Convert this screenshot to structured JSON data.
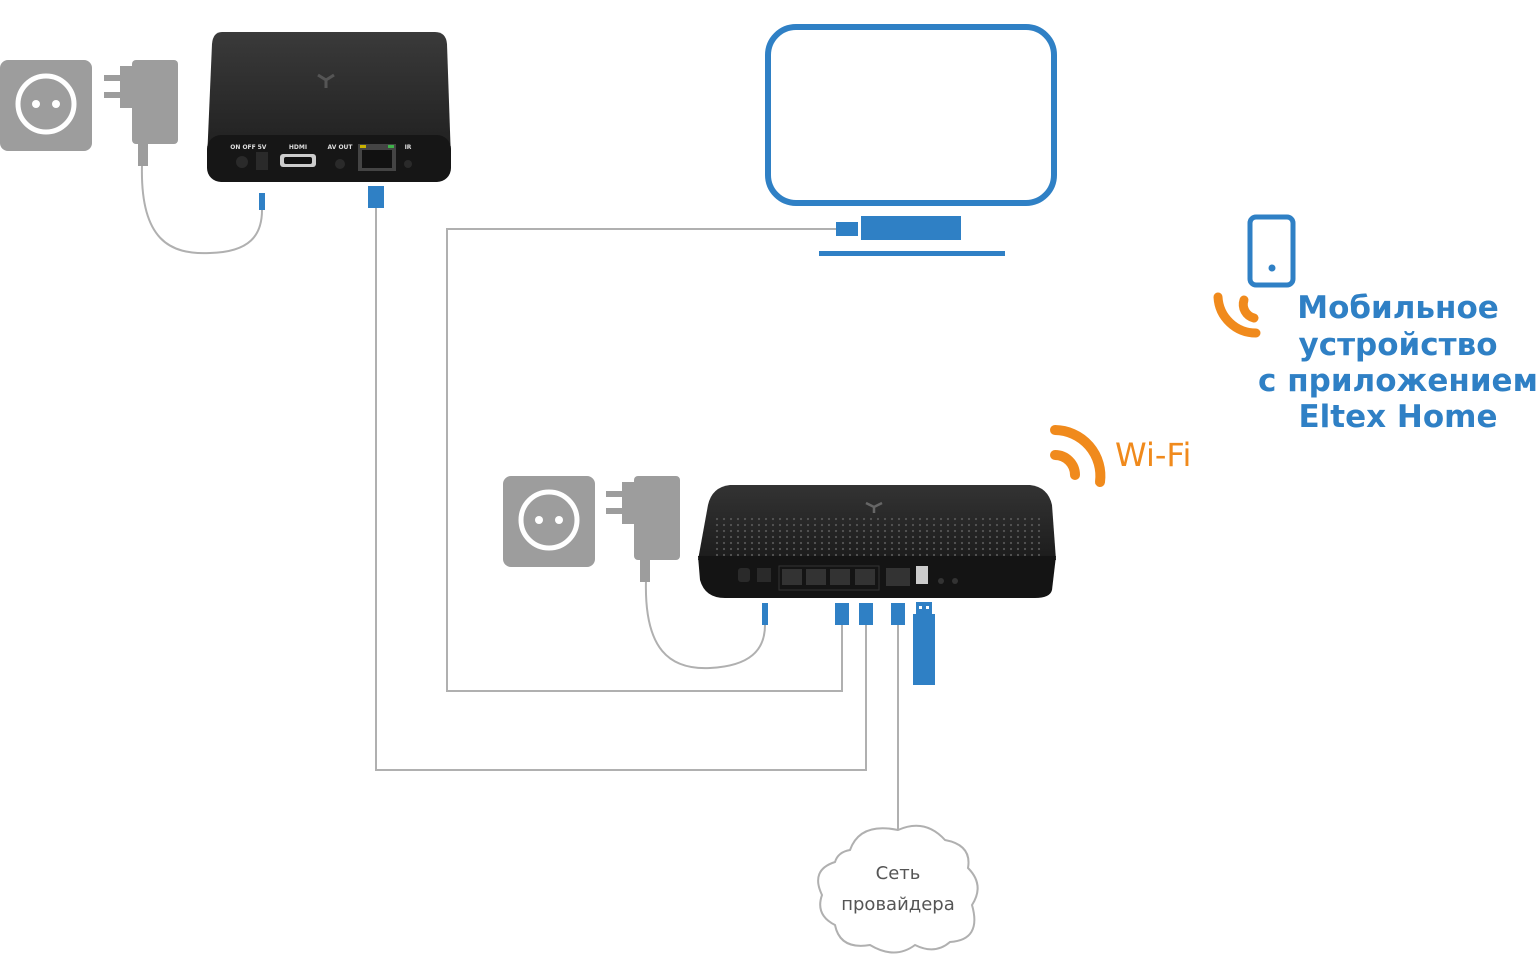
{
  "colors": {
    "accent_blue": "#2f80c5",
    "accent_orange": "#f08a1c",
    "cable": "#b0b0b0",
    "socket": "#9d9d9d",
    "device": "#1e1e1e"
  },
  "set_top_box": {
    "ports": [
      "ON OFF",
      "5V",
      "HDMI",
      "AV OUT",
      "IR"
    ]
  },
  "mobile": {
    "icon": "smartphone-icon",
    "label_lines": [
      "Мобильное",
      "устройство",
      "с приложением",
      "Eltex Home"
    ]
  },
  "wifi": {
    "icon": "wifi-icon",
    "label": "Wi-Fi"
  },
  "provider": {
    "label_lines": [
      "Сеть",
      "провайдера"
    ]
  }
}
